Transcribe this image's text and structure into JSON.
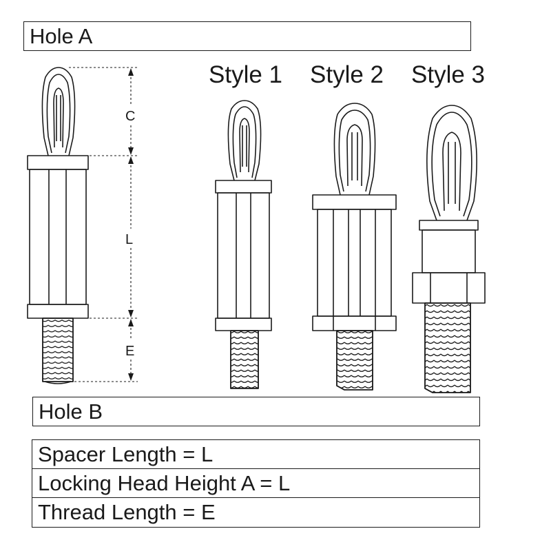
{
  "hole_a_label": "Hole A",
  "hole_b_label": "Hole B",
  "styles": [
    "Style 1",
    "Style 2",
    "Style 3"
  ],
  "dimensions": {
    "c": "C",
    "l": "L",
    "e": "E"
  },
  "specs": [
    "Spacer Length = L",
    "Locking Head Height A = L",
    "Thread Length = E"
  ]
}
